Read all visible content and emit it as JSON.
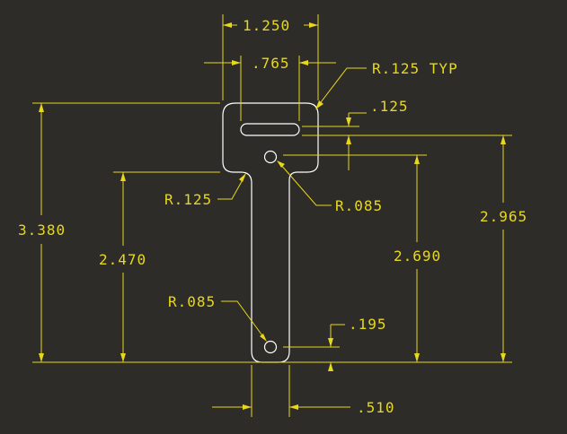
{
  "colors": {
    "background": "#2d2c28",
    "dimension": "#e8d81c",
    "geometry": "#ffffff"
  },
  "dimensions": {
    "width_top": "1.250",
    "slot_length": ".765",
    "corner_radius": "R.125 TYP",
    "slot_width": ".125",
    "neck_radius": "R.125",
    "hole_radius_top": "R.085",
    "total_height": "3.380",
    "shoulder_height": "2.470",
    "hole_height": "2.690",
    "slot_height": "2.965",
    "hole_radius_bottom": "R.085",
    "hole_offset": ".195",
    "stem_width": ".510"
  }
}
